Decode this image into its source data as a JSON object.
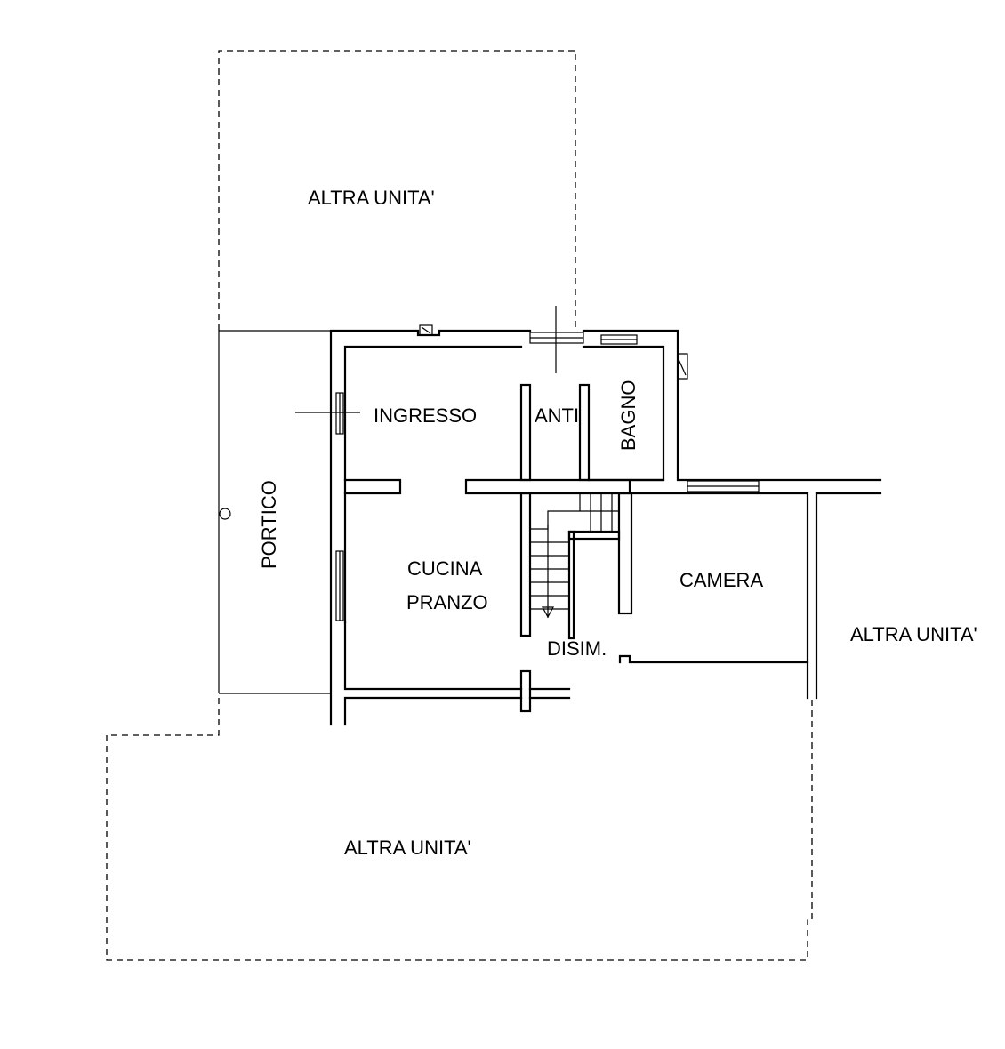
{
  "labels": {
    "altra_top": "ALTRA UNITA'",
    "altra_right": "ALTRA UNITA'",
    "altra_bottom": "ALTRA UNITA'",
    "portico": "PORTICO",
    "ingresso": "INGRESSO",
    "anti": "ANTI",
    "bagno": "BAGNO",
    "cucina_line1": "CUCINA",
    "cucina_line2": "PRANZO",
    "camera": "CAMERA",
    "disim": "DISIM."
  },
  "colors": {
    "line": "#000000",
    "background": "#ffffff"
  }
}
